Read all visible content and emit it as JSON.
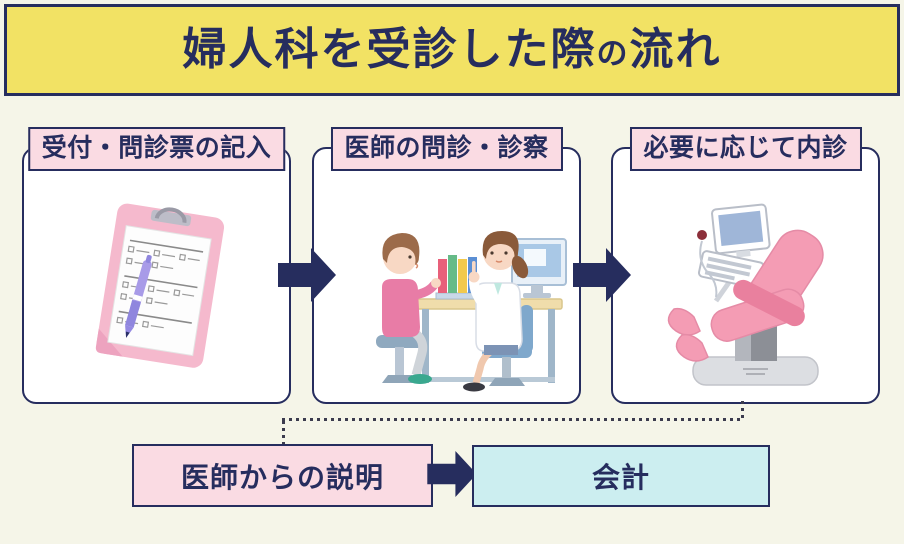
{
  "title": {
    "part1": "婦人科を受診した際",
    "particle": "の",
    "part2": "流れ"
  },
  "steps": [
    {
      "label": "受付・問診票の記入",
      "illustration": "clipboard-questionnaire"
    },
    {
      "label": "医師の問診・診察",
      "illustration": "doctor-patient-consultation"
    },
    {
      "label": "必要に応じて内診",
      "illustration": "gynecology-exam-chair"
    }
  ],
  "bottom": {
    "explanation_label": "医師からの説明",
    "payment_label": "会計"
  },
  "icons": {
    "flow_arrow": "right-block-arrow"
  },
  "colors": {
    "background": "#f5f5e8",
    "banner_yellow": "#f2e264",
    "navy": "#262d5e",
    "pink_light": "#fadbe3",
    "cyan_light": "#cceef0",
    "card_white": "#ffffff"
  }
}
